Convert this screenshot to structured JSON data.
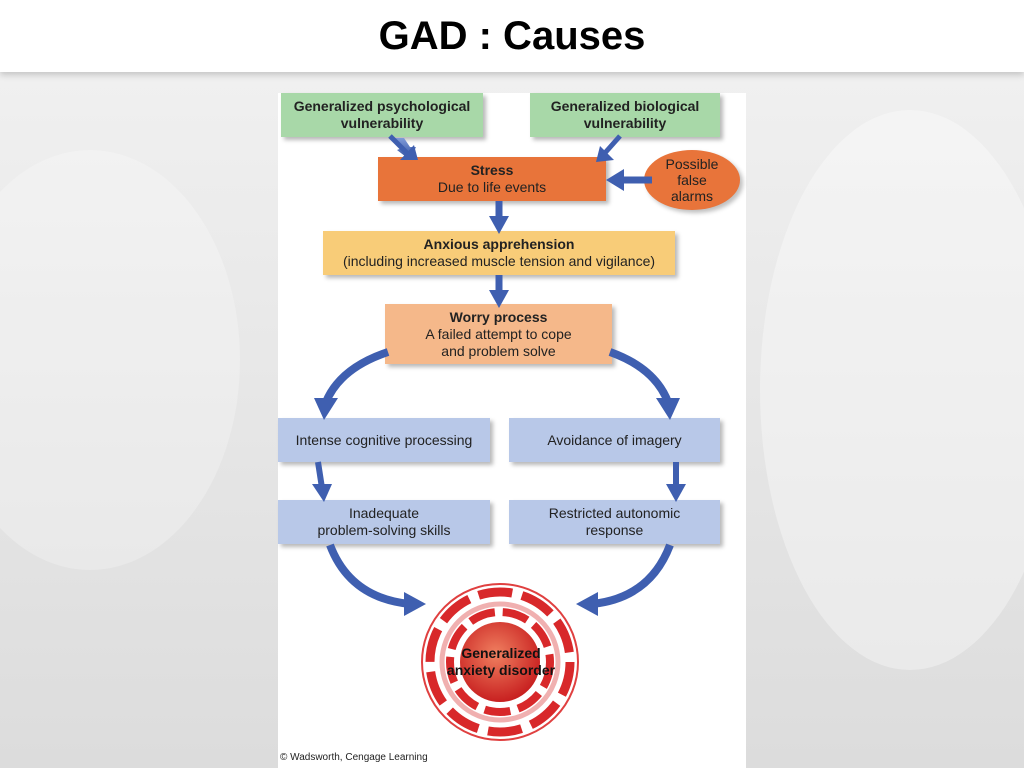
{
  "slide": {
    "title": "GAD : Causes"
  },
  "diagram": {
    "psych_vuln": {
      "line1": "Generalized psychological",
      "line2": "vulnerability"
    },
    "bio_vuln": {
      "line1": "Generalized biological",
      "line2": "vulnerability"
    },
    "stress": {
      "title": "Stress",
      "detail": "Due to life events"
    },
    "false_alarms": {
      "line1": "Possible",
      "line2": "false",
      "line3": "alarms"
    },
    "anxious": {
      "title": "Anxious apprehension",
      "detail": "(including increased muscle tension and vigilance)"
    },
    "worry": {
      "title": "Worry process",
      "line1": "A failed attempt to cope",
      "line2": "and problem solve"
    },
    "cognitive": {
      "label": "Intense cognitive processing"
    },
    "avoidance": {
      "label": "Avoidance of imagery"
    },
    "inadequate": {
      "line1": "Inadequate",
      "line2": "problem-solving skills"
    },
    "restricted": {
      "line1": "Restricted autonomic",
      "line2": "response"
    },
    "gad": {
      "line1": "Generalized",
      "line2": "anxiety disorder"
    },
    "credit": "© Wadsworth, Cengage Learning"
  },
  "colors": {
    "green": "#a8d8a8",
    "orange": "#e8743a",
    "yellow": "#f8cc78",
    "peach": "#f5b88a",
    "blue": "#b8c8e8",
    "arrow": "#3f5fb0",
    "target_red": "#d8282a"
  }
}
